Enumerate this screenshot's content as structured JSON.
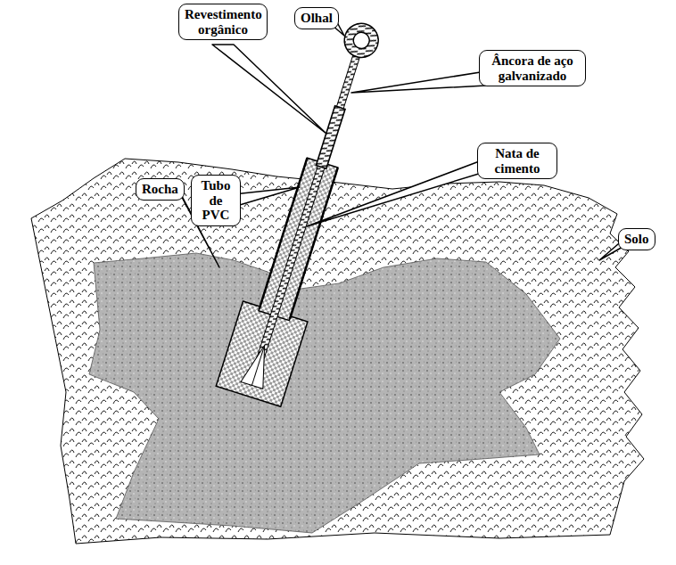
{
  "diagram": {
    "nodes": [
      {
        "text": [
          "Revestimento orgânico"
        ]
      },
      {
        "text": [
          "Olhal"
        ]
      },
      {
        "text": [
          "Âncora de aço galvanizado"
        ]
      },
      {
        "text": [
          "Tubo de PVC"
        ]
      },
      {
        "text": [
          "Nata de cimento"
        ]
      },
      {
        "text": [
          "Rocha"
        ]
      },
      {
        "text": [
          "Solo"
        ]
      }
    ]
  }
}
